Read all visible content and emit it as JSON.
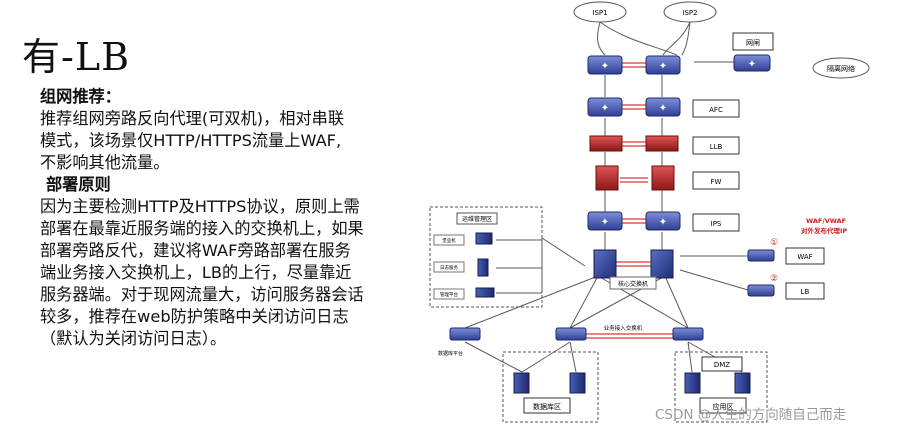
{
  "slide": {
    "title": "有-LB",
    "section1_heading": "组网推荐：",
    "section1_lines": [
      "推荐组网旁路反向代理(可双机)，相对串联",
      "模式，该场景仅HTTP/HTTPS流量上WAF,",
      "不影响其他流量。"
    ],
    "section2_heading": "部署原则",
    "section2_lines": [
      "因为主要检测HTTP及HTTPS协议，原则上需",
      "部署在最靠近服务端的接入的交换机上，如果",
      "部署旁路反代，建议将WAF旁路部署在服务",
      "端业务接入交换机上，LB的上行，尽量靠近",
      "服务器端。对于现网流量大，访问服务器会话",
      "较多，推荐在web防护策略中关闭访问日志",
      "（默认为关闭访问日志）。"
    ]
  },
  "diagram": {
    "cloud_isp1": "ISP1",
    "cloud_isp2": "ISP2",
    "cloud_other": "隔离网络",
    "label_wangzha": "网闸",
    "label_afc": "AFC",
    "label_llb": "LLB",
    "label_fw": "FW",
    "label_ips": "IPS",
    "label_waf": "WAF",
    "label_lb": "LB",
    "label_dmz": "DMZ",
    "core_switch": "核心交换机",
    "ops_zone": "运维管理区",
    "ops_items": [
      "堡垒机",
      "日志服务",
      "管理平台"
    ],
    "red_title_1": "WAF/VWAF",
    "red_title_2": "对外发布代理IP",
    "circle_1": "①",
    "circle_2": "②",
    "biz_access_switch": "业务接入交换机",
    "left_switch_label": "数据库平台",
    "db_zone": "数据库区",
    "app_zone": "应用区"
  },
  "watermark": "CSDN @人生的方向随自己而走"
}
